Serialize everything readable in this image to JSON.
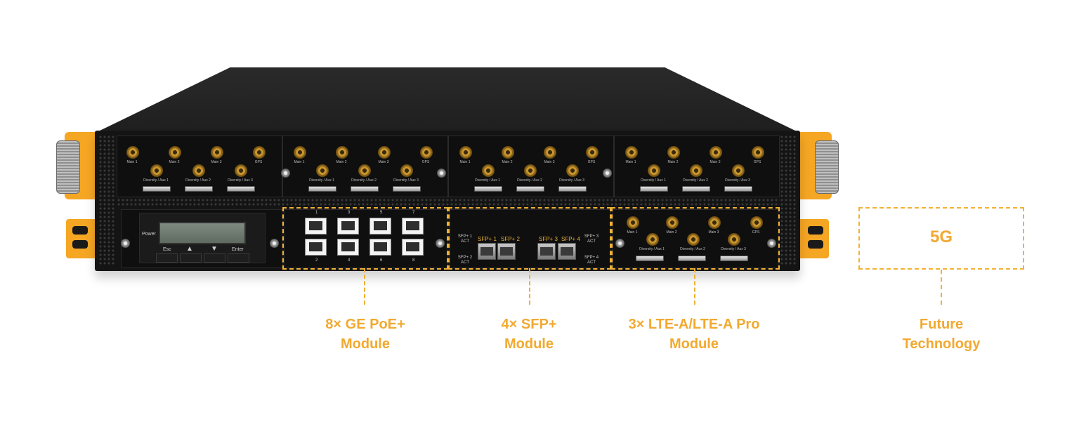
{
  "lte_slots": [
    {
      "row1": [
        "Main 1",
        "Main 2",
        "Main 3",
        "GPS"
      ],
      "row2": [
        "Diversity / Aux 1",
        "Diversity / Aux 2",
        "Diversity / Aux 3"
      ]
    },
    {
      "row1": [
        "Main 1",
        "Main 2",
        "Main 3",
        "GPS"
      ],
      "row2": [
        "Diversity / Aux 1",
        "Diversity / Aux 2",
        "Diversity / Aux 3"
      ]
    },
    {
      "row1": [
        "Main 1",
        "Main 2",
        "Main 3",
        "GPS"
      ],
      "row2": [
        "Diversity / Aux 1",
        "Diversity / Aux 2",
        "Diversity / Aux 3"
      ]
    },
    {
      "row1": [
        "Main 1",
        "Main 2",
        "Main 3",
        "GPS"
      ],
      "row2": [
        "Diversity / Aux 1",
        "Diversity / Aux 2",
        "Diversity / Aux 3"
      ]
    },
    {
      "row1": [
        "Main 1",
        "Main 2",
        "Main 3",
        "GPS"
      ],
      "row2": [
        "Diversity / Aux 1",
        "Diversity / Aux 2",
        "Diversity / Aux 3"
      ]
    }
  ],
  "front_panel": {
    "power_label": "Power",
    "buttons": [
      "Esc",
      "▲",
      "▼",
      "Enter"
    ]
  },
  "poe_module": {
    "top_ports": [
      "1",
      "3",
      "5",
      "7"
    ],
    "bottom_ports": [
      "2",
      "4",
      "6",
      "8"
    ],
    "caption_line1": "8× GE PoE+",
    "caption_line2": "Module"
  },
  "sfp_module": {
    "left_top": "SFP+ 1 ACT",
    "left_bottom": "SFP+ 2 ACT",
    "right_top": "SFP+ 3 ACT",
    "right_bottom": "SFP+ 4 ACT",
    "port_labels": [
      "SFP+ 1",
      "SFP+ 2",
      "SFP+ 3",
      "SFP+ 4"
    ],
    "caption_line1": "4× SFP+",
    "caption_line2": "Module"
  },
  "lte_module": {
    "caption_line1": "3× LTE-A/LTE-A Pro",
    "caption_line2": "Module"
  },
  "future": {
    "box_label": "5G",
    "caption_line1": "Future",
    "caption_line2": "Technology"
  },
  "colors": {
    "accent": "#f2a930",
    "chassis": "#141414",
    "ear": "#f5a623"
  }
}
